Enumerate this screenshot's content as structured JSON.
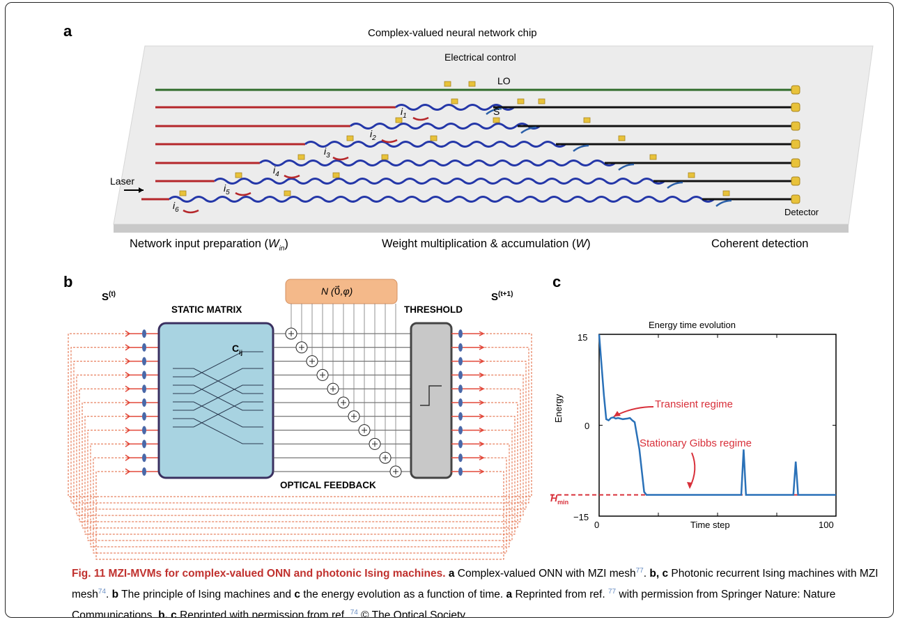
{
  "panels": {
    "a": "a",
    "b": "b",
    "c": "c"
  },
  "panel_a": {
    "title": "Complex-valued neural network chip",
    "electrical_control": "Electrical control",
    "lo": "LO",
    "s": "S",
    "laser": "Laser",
    "detector": "Detector",
    "input_prep": "Network input preparation (W_in)",
    "weight_mult": "Weight multiplication & accumulation (W)",
    "coherent_detection": "Coherent detection",
    "inputs": [
      "i1",
      "i2",
      "i3",
      "i4",
      "i5",
      "i6"
    ],
    "colors": {
      "input": "#b5262a",
      "weights": "#2437a8",
      "detection": "#111111",
      "control": "#2f6b2a",
      "heater": "#e8c23a",
      "chip": "#ececec"
    }
  },
  "panel_b": {
    "s_in": "S(t)",
    "s_out": "S(t+1)",
    "static_matrix": "STATIC MATRIX",
    "cij": "Cij",
    "noise": "N (0,φ)",
    "threshold": "THRESHOLD",
    "optical_feedback": "OPTICAL FEEDBACK",
    "colors": {
      "matrix": "#a8d3e1",
      "noise_box": "#f4b98a",
      "threshold": "#c8c8c8",
      "feedback": "#e2633a"
    }
  },
  "chart_data": {
    "type": "line",
    "title": "Energy time evolution",
    "xlabel": "Time step",
    "ylabel": "Energy",
    "xlim": [
      0,
      100
    ],
    "ylim": [
      -15,
      15
    ],
    "xticks": [
      "0",
      "100"
    ],
    "yticks": [
      "15",
      "0",
      "−15"
    ],
    "series": [
      {
        "x": [
          0,
          1,
          2,
          3,
          4,
          5,
          6,
          7,
          8,
          10,
          12,
          13,
          14,
          15,
          17,
          19,
          20,
          22,
          30,
          40,
          50,
          55,
          59,
          60,
          61,
          62,
          63,
          64,
          65,
          70,
          80,
          82,
          83,
          84,
          85,
          86,
          90,
          100
        ],
        "y": [
          15,
          10,
          5,
          1,
          0.8,
          1.2,
          1.3,
          1.1,
          1.2,
          1.0,
          1.1,
          1.2,
          0.8,
          0.5,
          -4,
          -11,
          -11.5,
          -11.5,
          -11.5,
          -11.5,
          -11.5,
          -11.5,
          -11.5,
          -11.5,
          -4,
          -11.5,
          -11.5,
          -11.5,
          -11.5,
          -11.5,
          -11.5,
          -11.5,
          -6,
          -11.5,
          -11.5,
          -11.5,
          -11.5,
          -11.5
        ]
      }
    ],
    "reference_line": {
      "label": "H_min",
      "y": -11.5
    },
    "annotations": [
      "Transient regime",
      "Stationary Gibbs regime"
    ],
    "colors": {
      "line": "#2a71b8",
      "annotation": "#d8303a"
    }
  },
  "caption": {
    "lead": "Fig. 11 MZI-MVMs for complex-valued ONN and photonic Ising machines.",
    "p1": "Complex-valued ONN with MZI mesh",
    "ref77": "77",
    "p2": "Photonic recurrent Ising machines with MZI mesh",
    "ref74": "74",
    "p3": "The principle of Ising machines and",
    "p4": "the energy evolution as a function of time.",
    "p5": "Reprinted from ref.",
    "p6": "with permission from Springer Nature: Nature Communications.",
    "p7": "Reprinted with permission from ref.",
    "p8": "© The Optical Society",
    "a": "a",
    "bc": "b, c",
    "b": "b",
    "c": "c"
  }
}
